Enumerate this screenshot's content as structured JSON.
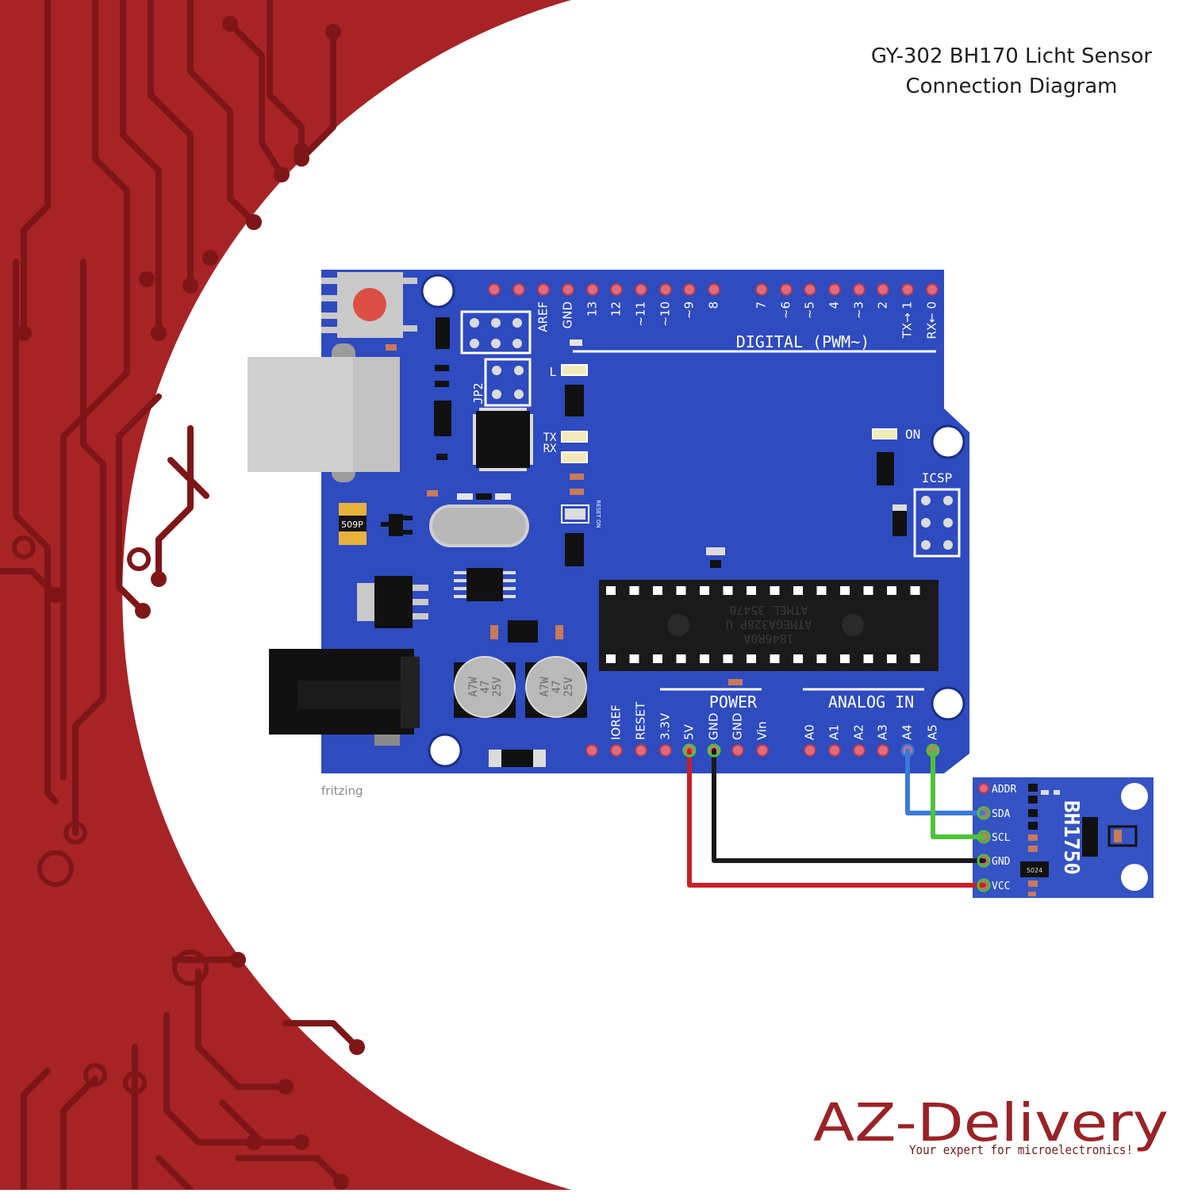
{
  "title": {
    "line1": "GY-302 BH170 Licht Sensor",
    "line2": "Connection Diagram"
  },
  "colors": {
    "background_red": "#a82326",
    "trace_dark": "#7e1618",
    "board_blue": "#2e4bbf",
    "board_blue_dark": "#24389a",
    "sensor_blue": "#3553c4",
    "wire_red": "#c8202a",
    "wire_black": "#1a1a1a",
    "wire_blue": "#3c7ad8",
    "wire_green": "#4fc23a",
    "brand_red": "#9a2226"
  },
  "arduino": {
    "digital_pins": [
      "AREF",
      "GND",
      "13",
      "12",
      "~11",
      "~10",
      "~9",
      "8",
      "7",
      "~6",
      "~5",
      "4",
      "~3",
      "2",
      "TX→ 1",
      "RX← 0"
    ],
    "digital_label": "DIGITAL (PWM~)",
    "tx_label": "TX",
    "rx_label": "RX",
    "jp2_label": "JP2",
    "l_label": "L",
    "on_label": "ON",
    "icsp_label": "ICSP",
    "reset_on_label": "RESET ON",
    "power_label": "POWER",
    "analog_label": "ANALOG IN",
    "power_pins": [
      "IOREF",
      "RESET",
      "3.3V",
      "5V",
      "GND",
      "GND",
      "Vin"
    ],
    "analog_pins": [
      "A0",
      "A1",
      "A2",
      "A3",
      "A4",
      "A5"
    ],
    "chip_lines": [
      "ATMEL 35470",
      "ATMEGA328P U",
      "1846R0A"
    ],
    "regulator_label": "509P",
    "capacitor_lines": [
      "A7W",
      "47",
      "25V"
    ],
    "fritzing_label": "fritzing"
  },
  "sensor": {
    "name": "BH1750",
    "pins": [
      "ADDR",
      "SDA",
      "SCL",
      "GND",
      "VCC"
    ],
    "ic_marking": "5024"
  },
  "connections": [
    {
      "from": "5V",
      "to": "VCC",
      "wire": "red"
    },
    {
      "from": "GND",
      "to": "GND",
      "wire": "black"
    },
    {
      "from": "A4",
      "to": "SDA",
      "wire": "blue"
    },
    {
      "from": "A5",
      "to": "SCL",
      "wire": "green"
    }
  ],
  "brand": {
    "name": "AZ-Delivery",
    "tagline": "Your expert for microelectronics!"
  }
}
